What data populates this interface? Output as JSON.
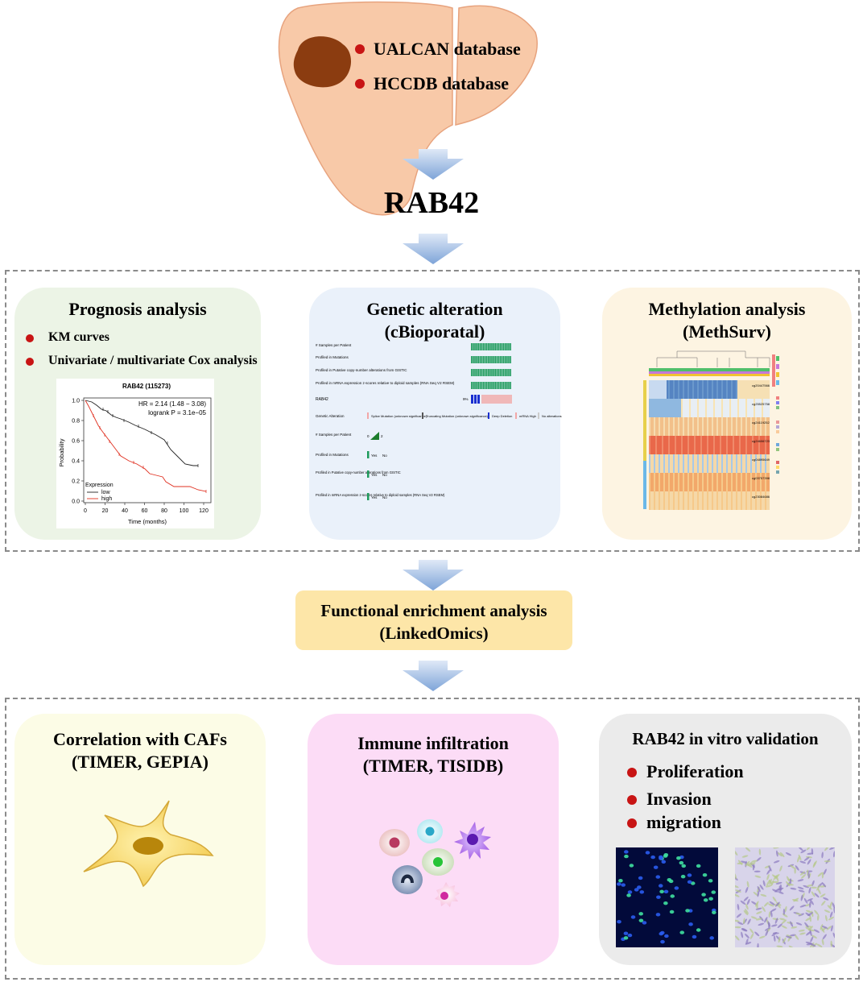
{
  "liver": {
    "items": [
      "UALCAN database",
      "HCCDB database"
    ]
  },
  "gene": "RAB42",
  "panels": {
    "prognosis": {
      "title": "Prognosis analysis",
      "bullets": [
        "KM curves",
        "Univariate / multivariate Cox analysis"
      ],
      "km": {
        "title": "RAB42 (115273)",
        "hr": "HR = 2.14 (1.48 − 3.08)",
        "logrank": "logrank P = 3.1e−05",
        "ylabel": "Probability",
        "xlabel": "Time (months)",
        "legend_title": "Expression",
        "legend": [
          "low",
          "high"
        ],
        "yticks": [
          "0.0",
          "0.2",
          "0.4",
          "0.6",
          "0.8",
          "1.0"
        ],
        "xticks": [
          "0",
          "20",
          "40",
          "60",
          "80",
          "100",
          "120"
        ],
        "colors": {
          "low": "#222222",
          "high": "#e03020"
        }
      }
    },
    "genetic": {
      "title1": "Genetic alteration",
      "title2": "(cBioporatal)",
      "rows": [
        "# Samples per Patient",
        "Profiled in Mutations",
        "Profiled in Putative copy-number alterations from GISTIC",
        "Profiled in mRNA expression z-scores relative to diploid samples (RNA Seq V2 RSEM)"
      ],
      "gene": "RAB42",
      "pct": "9%",
      "legend_label": "Genetic Alteration",
      "legend_items": [
        "Splice Mutation (unknown significance)",
        "Truncating Mutation (unknown significance)",
        "Deep Deletion",
        "mRNA High",
        "No alterations"
      ],
      "bottom": [
        {
          "label": "# Samples per Patient",
          "vals": [
            "0",
            "2"
          ]
        },
        {
          "label": "Profiled in Mutations",
          "vals": [
            "Yes",
            "No"
          ]
        },
        {
          "label": "Profiled in Putative copy-number alterations from GISTIC",
          "vals": [
            "Yes",
            "No"
          ]
        },
        {
          "label": "Profiled in mRNA expression z-scores relative to diploid samples (RNA Seq V2 RSEM)",
          "vals": [
            "Yes",
            "No"
          ]
        }
      ]
    },
    "methylation": {
      "title1": "Methylation analysis",
      "title2": "(MethSurv)",
      "probes": [
        "cg20447566",
        "cg25525758",
        "cg24119252",
        "cg24606723",
        "cg04895649",
        "cg03757398",
        "cg23084686"
      ]
    }
  },
  "enrichment": {
    "line1": "Functional enrichment analysis",
    "line2": "(LinkedOmics)"
  },
  "bottom_panels": {
    "cafs": {
      "line1": "Correlation with CAFs",
      "line2": "(TIMER, GEPIA)"
    },
    "immune": {
      "line1": "Immune infiltration",
      "line2": "(TIMER, TISIDB)"
    },
    "vitro": {
      "title": "RAB42 in vitro validation",
      "items": [
        "Proliferation",
        "Invasion",
        "migration"
      ]
    }
  },
  "colors": {
    "liver": "#f8c9a8",
    "tumor": "#8b3c10",
    "bullet": "#c81414",
    "arrow": "#8fb2e0",
    "prognosis_bg": "#ecf4e6",
    "genetic_bg": "#eaf1fa",
    "methylation_bg": "#fdf4e2",
    "enrichment_bg": "#fde6a8",
    "cafs_bg": "#fcfce6",
    "immune_bg": "#fcdcf6",
    "vitro_bg": "#ebebeb"
  }
}
